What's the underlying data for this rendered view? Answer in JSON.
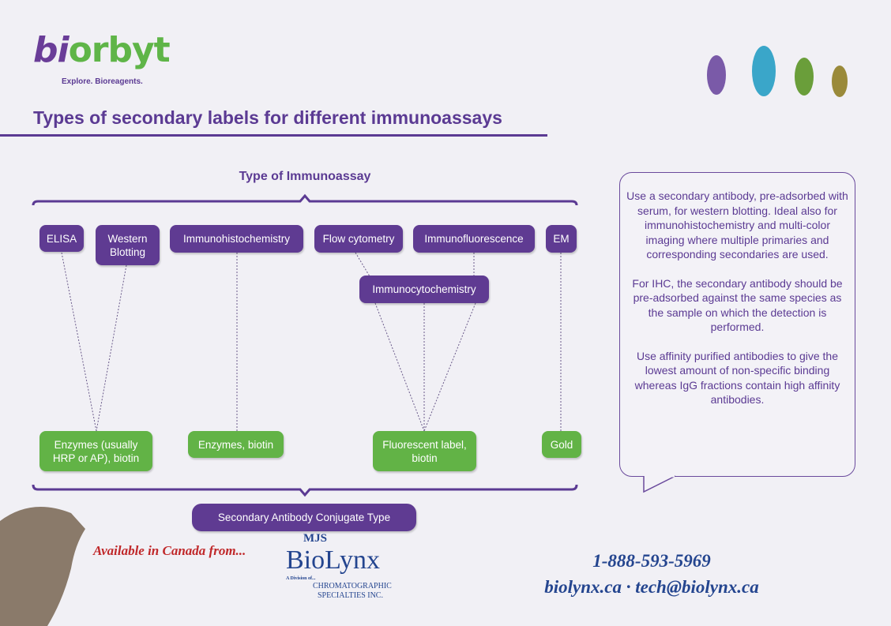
{
  "logo": {
    "bi": "bi",
    "rest": "orbyt",
    "tagline": "Explore. Bioreagents."
  },
  "title": "Types of secondary labels for different immunoassays",
  "assay_heading": "Type of Immunoassay",
  "assays": [
    "ELISA",
    "Western Blotting",
    "Immunohistochemistry",
    "Flow cytometry",
    "Immunofluorescence",
    "EM",
    "Immunocytochemistry"
  ],
  "conjugates": [
    "Enzymes (usually HRP or AP),  biotin",
    "Enzymes, biotin",
    "Fluorescent label, biotin",
    "Gold"
  ],
  "conjugate_heading": "Secondary Antibody Conjugate Type",
  "notes": [
    "Use a secondary antibody, pre-adsorbed with serum, for western blotting. Ideal also for immunohistochemistry and multi-color imaging where multiple primaries and corresponding secondaries are used.",
    "For IHC, the secondary antibody should be pre-adsorbed against the same species as the sample on which the detection is performed.",
    "Use affinity purified antibodies to give the lowest amount of non-specific binding whereas IgG fractions contain high affinity antibodies."
  ],
  "footer": {
    "available": "Available in Canada from...",
    "distributor": {
      "top": "MJS",
      "name": "BioLynx",
      "division": "A Division of...",
      "parent1": "CHROMATOGRAPHIC",
      "parent2": "SPECIALTIES INC."
    },
    "phone": "1-888-593-5969",
    "web": "biolynx.ca · tech@biolynx.ca"
  }
}
